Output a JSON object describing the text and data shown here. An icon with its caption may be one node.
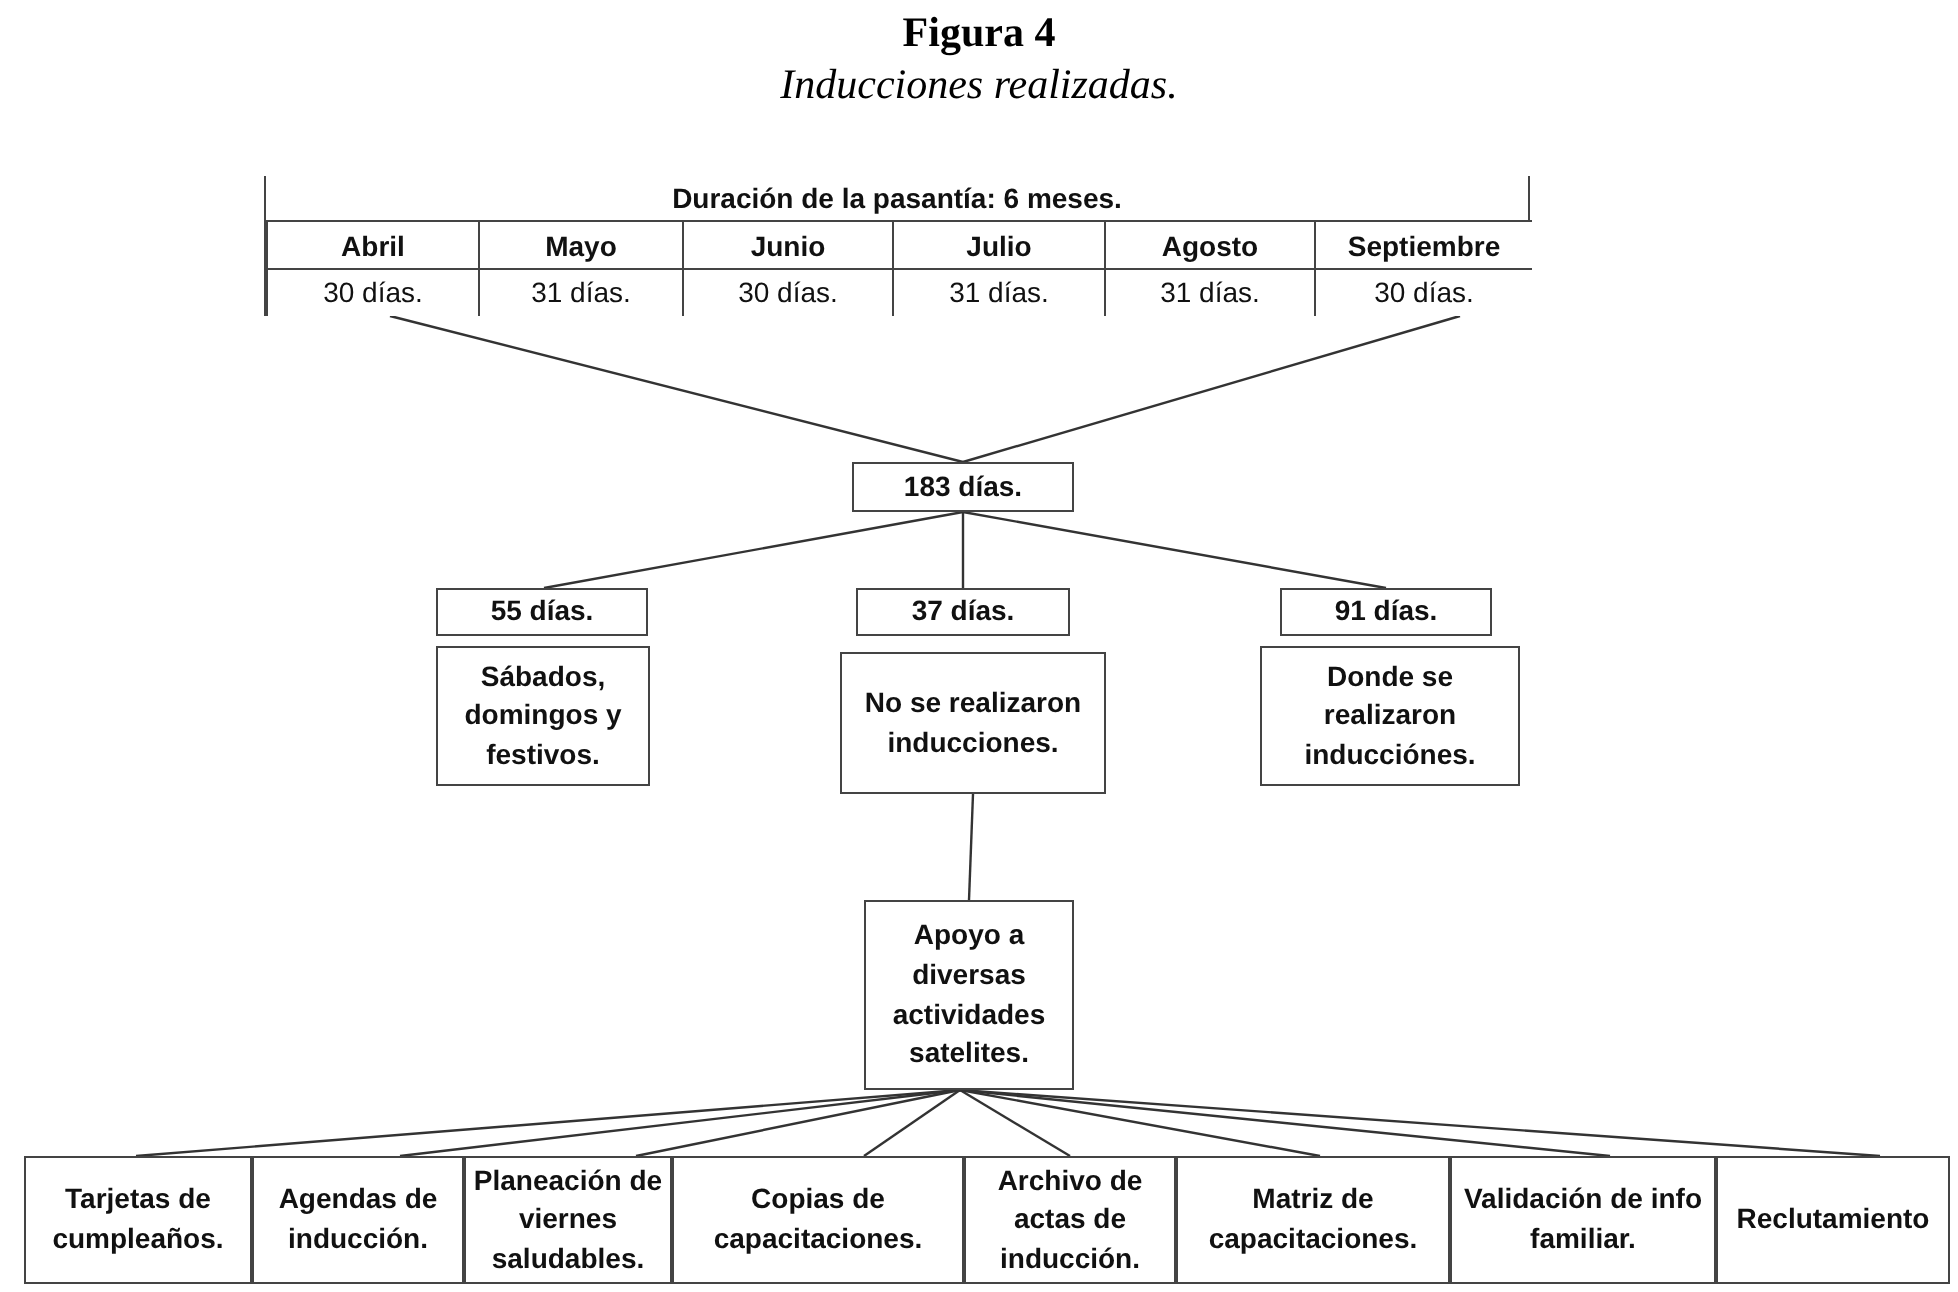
{
  "diagram": {
    "title": "Figura 4",
    "caption": "Inducciones realizadas.",
    "nodes": [
      {
        "text": [
          "Duración de la pasantía: 6 meses."
        ]
      },
      {
        "text": [
          "Abril",
          "30 días."
        ],
        "in": 0
      },
      {
        "text": [
          "Mayo",
          "31 días."
        ],
        "in": 0
      },
      {
        "text": [
          "Junio",
          "30 días."
        ],
        "in": 0
      },
      {
        "text": [
          "Julio",
          "31 días."
        ],
        "in": 0
      },
      {
        "text": [
          "Agosto",
          "31 días."
        ],
        "in": 0
      },
      {
        "text": [
          "Septiembre",
          "30 días."
        ],
        "in": 0
      },
      {
        "text": [
          "183 días."
        ]
      },
      {
        "text": [
          "55 días."
        ]
      },
      {
        "text": [
          "37 días."
        ]
      },
      {
        "text": [
          "91 días."
        ]
      },
      {
        "text": [
          "Sábados, domingos y festivos."
        ]
      },
      {
        "text": [
          "No se realizaron inducciones."
        ]
      },
      {
        "text": [
          "Donde se realizaron inducciónes."
        ]
      },
      {
        "text": [
          "Apoyo a diversas actividades satelites."
        ]
      },
      {
        "text": [
          "Tarjetas de cumpleaños."
        ]
      },
      {
        "text": [
          "Agendas de inducción."
        ]
      },
      {
        "text": [
          "Planeación de viernes saludables."
        ]
      },
      {
        "text": [
          "Copias de capacitaciones."
        ]
      },
      {
        "text": [
          "Archivo de actas de inducción."
        ]
      },
      {
        "text": [
          "Matriz de capacitaciones."
        ]
      },
      {
        "text": [
          "Validación de info familiar."
        ]
      },
      {
        "text": [
          "Reclutamiento"
        ]
      }
    ],
    "edges": [
      {
        "from": 1,
        "to": 7,
        "arrow": "none"
      },
      {
        "from": 6,
        "to": 7,
        "arrow": "none"
      },
      {
        "from": 7,
        "to": 8,
        "arrow": "none"
      },
      {
        "from": 7,
        "to": 9,
        "arrow": "none"
      },
      {
        "from": 7,
        "to": 10,
        "arrow": "none"
      },
      {
        "from": 12,
        "to": 14,
        "arrow": "none"
      },
      {
        "from": 14,
        "to": 15,
        "arrow": "none"
      },
      {
        "from": 14,
        "to": 16,
        "arrow": "none"
      },
      {
        "from": 14,
        "to": 17,
        "arrow": "none"
      },
      {
        "from": 14,
        "to": 18,
        "arrow": "none"
      },
      {
        "from": 14,
        "to": 19,
        "arrow": "none"
      },
      {
        "from": 14,
        "to": 20,
        "arrow": "none"
      },
      {
        "from": 14,
        "to": 21,
        "arrow": "none"
      },
      {
        "from": 14,
        "to": 22,
        "arrow": "none"
      }
    ]
  }
}
